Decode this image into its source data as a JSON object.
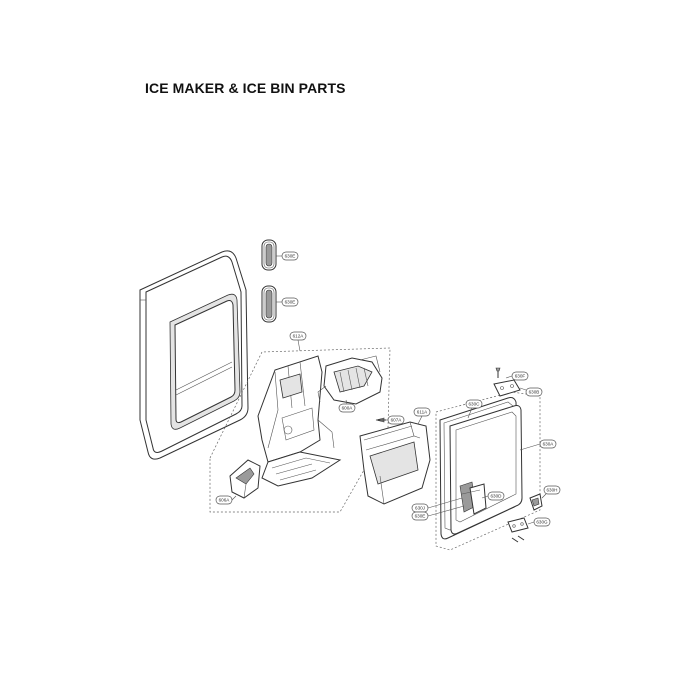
{
  "title": "ICE MAKER & ICE BIN PARTS",
  "callouts": {
    "c630e_top": "630E",
    "c630e_mid": "630E",
    "c612a": "612A",
    "c600a": "600A",
    "c607a": "607A",
    "c611a": "611A",
    "c606a": "606A",
    "c630c": "630C",
    "c630f": "630F",
    "c630b": "630B",
    "c630a": "630A",
    "c630h": "630H",
    "c630d": "630D",
    "c630g": "630G",
    "c630j": "630J",
    "c630e_low": "630E"
  }
}
